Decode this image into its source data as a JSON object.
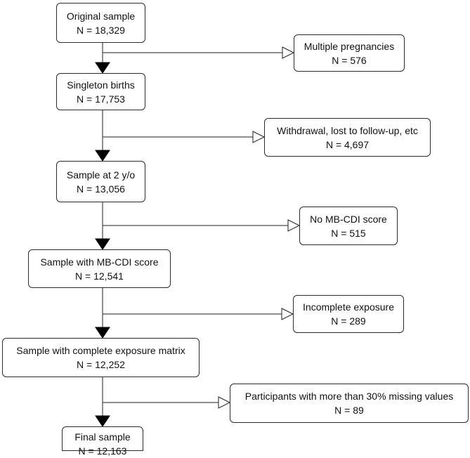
{
  "flowchart": {
    "main_steps": [
      {
        "id": "original",
        "label": "Original sample",
        "count": "N = 18,329"
      },
      {
        "id": "singleton",
        "label": "Singleton births",
        "count": "N = 17,753"
      },
      {
        "id": "age2",
        "label": "Sample at 2 y/o",
        "count": "N = 13,056"
      },
      {
        "id": "mbcdi",
        "label": "Sample with MB-CDI score",
        "count": "N = 12,541"
      },
      {
        "id": "complete",
        "label": "Sample with complete exposure matrix",
        "count": "N = 12,252"
      },
      {
        "id": "final",
        "label": "Final sample",
        "count": "N = 12,163"
      }
    ],
    "exclusions": [
      {
        "id": "multiple",
        "label": "Multiple pregnancies",
        "count": "N = 576"
      },
      {
        "id": "withdrawal",
        "label": "Withdrawal, lost to follow-up, etc",
        "count": "N = 4,697"
      },
      {
        "id": "no_mbcdi",
        "label": "No MB-CDI score",
        "count": "N = 515"
      },
      {
        "id": "incomplete",
        "label": "Incomplete exposure",
        "count": "N = 289"
      },
      {
        "id": "missing",
        "label": "Participants with more than 30% missing values",
        "count": "N = 89"
      }
    ]
  }
}
